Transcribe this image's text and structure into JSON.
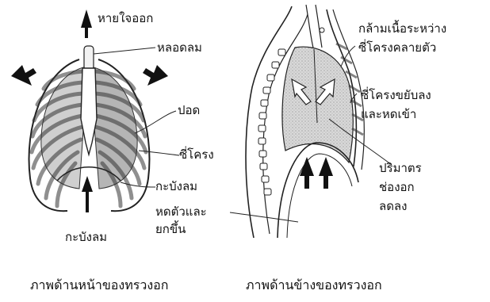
{
  "front_view": {
    "labels": {
      "exhale": "หายใจออก",
      "trachea": "หลอดลม",
      "lung": "ปอด",
      "ribs": "ซี่โครง",
      "diaphragm": "กะบังลม",
      "diaphragm_contracts_raises": "หดตัวและ\nยกขึ้น",
      "diaphragm_bottom": "กะบังลม"
    },
    "caption": "ภาพด้านหน้าของทรวงอก"
  },
  "side_view": {
    "labels": {
      "intercostal_relax": "กล้ามเนื้อระหว่าง\nซี่โครงคลายตัว",
      "ribs_move_down": "ซี่โครงขยับลง\nและหดเข้า",
      "chest_volume_decreases": "ปริมาตร\nช่องอก\nลดลง"
    },
    "caption": "ภาพด้านข้างของทรวงอก"
  }
}
